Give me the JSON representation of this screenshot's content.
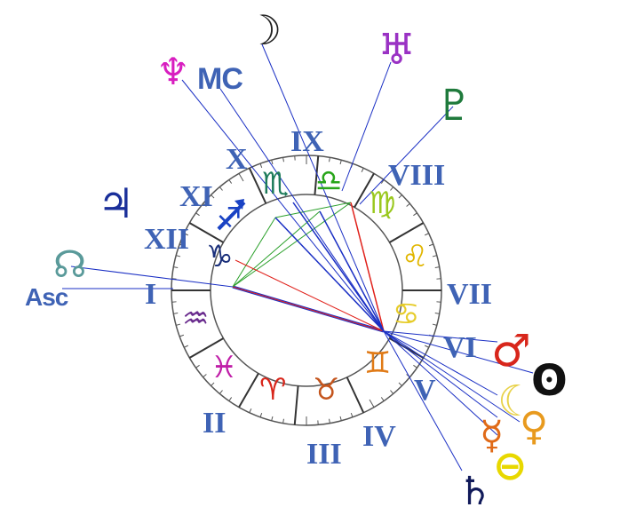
{
  "houses": [
    {
      "label": "I"
    },
    {
      "label": "II"
    },
    {
      "label": "III"
    },
    {
      "label": "IV"
    },
    {
      "label": "V"
    },
    {
      "label": "VI"
    },
    {
      "label": "VII"
    },
    {
      "label": "VIII"
    },
    {
      "label": "IX"
    },
    {
      "label": "X"
    },
    {
      "label": "XI"
    },
    {
      "label": "XII"
    }
  ],
  "signs": [
    {
      "name": "capricorn",
      "glyph": "♑",
      "color": "#1a2f7a"
    },
    {
      "name": "aquarius",
      "glyph": "♒",
      "color": "#6a2c8e"
    },
    {
      "name": "pisces",
      "glyph": "♓",
      "color": "#c01fa8"
    },
    {
      "name": "aries",
      "glyph": "♈",
      "color": "#d8261b"
    },
    {
      "name": "taurus",
      "glyph": "♉",
      "color": "#c4551d"
    },
    {
      "name": "gemini",
      "glyph": "♊",
      "color": "#e07a16"
    },
    {
      "name": "cancer",
      "glyph": "♋",
      "color": "#e6cc2a"
    },
    {
      "name": "leo",
      "glyph": "♌",
      "color": "#e1b600"
    },
    {
      "name": "virgo",
      "glyph": "♍",
      "color": "#9ac81f"
    },
    {
      "name": "libra",
      "glyph": "♎",
      "color": "#28a51a"
    },
    {
      "name": "scorpio",
      "glyph": "♏",
      "color": "#1d7b5a"
    },
    {
      "name": "sagittarius",
      "glyph": "♐",
      "color": "#1a43c4"
    }
  ],
  "planets": [
    {
      "name": "neptune",
      "glyph": "♆",
      "color": "#d81ec0"
    },
    {
      "name": "moon",
      "glyph": "☽",
      "color": "#1f1f1f"
    },
    {
      "name": "uranus",
      "glyph": "♅",
      "color": "#9a32c4"
    },
    {
      "name": "pluto",
      "glyph": "♇",
      "color": "#1f7a3c"
    },
    {
      "name": "jupiter",
      "glyph": "♃",
      "color": "#1a2f9a"
    },
    {
      "name": "north-node",
      "glyph": "☊",
      "color": "#5a9a9a"
    },
    {
      "name": "mars",
      "glyph": "♂",
      "color": "#d8261b"
    },
    {
      "name": "sun",
      "glyph": "ʘ",
      "color": "#111111"
    },
    {
      "name": "moon-2",
      "glyph": "☾",
      "color": "#e8d24a"
    },
    {
      "name": "venus",
      "glyph": "♀",
      "color": "#e89a1e"
    },
    {
      "name": "mercury",
      "glyph": "☿",
      "color": "#e06a18"
    },
    {
      "name": "vesta",
      "glyph": "⊖",
      "color": "#e8d800"
    },
    {
      "name": "saturn",
      "glyph": "♄",
      "color": "#111a5a"
    }
  ],
  "angles": {
    "ascendant": "Asc",
    "midheaven": "MC"
  },
  "colors": {
    "ring_stroke": "#555555",
    "house_label": "#3f63b5",
    "aspect_blue": "#1a2fc4",
    "aspect_red": "#e0201a",
    "aspect_green": "#2aa02a"
  }
}
